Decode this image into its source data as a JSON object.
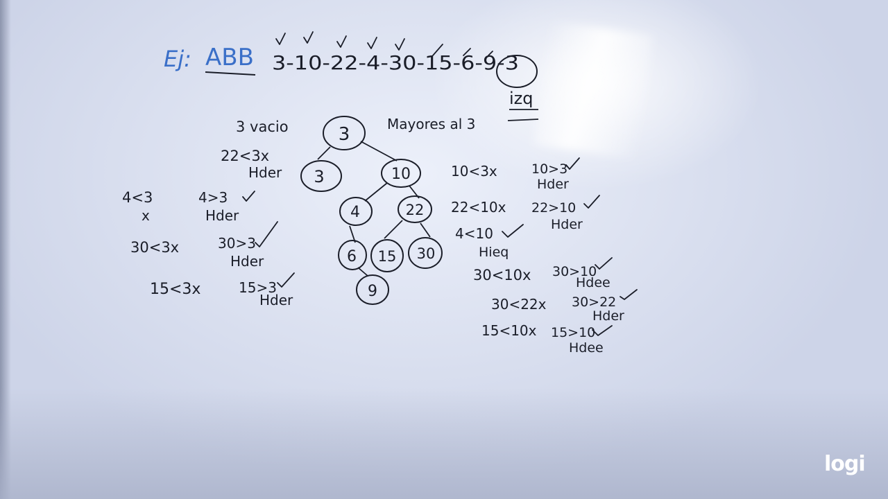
{
  "title": {
    "prefix": "Ej:",
    "acronym": "ABB"
  },
  "sequence": "3-10-22-4-30-15-6-9-3",
  "side_note": "izq",
  "header_left": "3 vacio",
  "header_right": "Mayores al 3",
  "tree_nodes": [
    "3",
    "3",
    "10",
    "4",
    "22",
    "6",
    "15",
    "30",
    "9"
  ],
  "left_notes": {
    "n22": "22<3x",
    "n22_dir": "Hder",
    "n4": "4<3",
    "n4_x": "x",
    "n4b": "4>3",
    "n4b_dir": "Hder",
    "n30": "30<3x",
    "n30b": "30>3",
    "n30b_dir": "Hder",
    "n15": "15<3x",
    "n15b": "15>3",
    "n15b_dir": "Hder"
  },
  "right_notes": {
    "a": "10<3x",
    "a_ok": "10>3",
    "a_dir": "Hder",
    "b": "22<10x",
    "b_ok": "22>10",
    "b_dir": "Hder",
    "c": "4<10",
    "c_dir": "Hieq",
    "d": "30<10x",
    "d_ok": "30>10",
    "d_dir": "Hdee",
    "e": "30<22x",
    "e_ok": "30>22",
    "e_dir": "Hder",
    "f": "15<10x",
    "f_ok": "15>10",
    "f_dir": "Hdee"
  },
  "logo": "logi"
}
